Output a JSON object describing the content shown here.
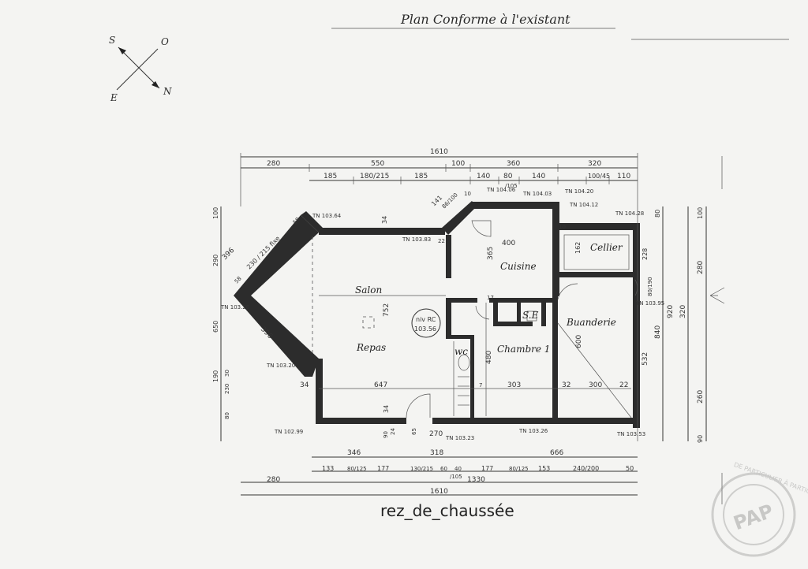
{
  "header": {
    "title": "Plan Conforme à l'existant",
    "footer": "rez_de_chaussée"
  },
  "compass": {
    "s": "S",
    "o": "O",
    "e": "E",
    "n": "N"
  },
  "rooms": {
    "salon": "Salon",
    "repas": "Repas",
    "cuisine": "Cuisine",
    "cellier": "Cellier",
    "se": "S.E",
    "buanderie": "Buanderie",
    "chambre": "Chambre 1",
    "wc": "wc"
  },
  "niveau": {
    "line1": "niv RC",
    "line2": "103.56"
  },
  "dims_top": {
    "total": "1610",
    "d280": "280",
    "d550": "550",
    "d100": "100",
    "d360": "360",
    "d320": "320",
    "d185a": "185",
    "d180_215": "180/215",
    "d185b": "185",
    "d140a": "140",
    "d80": "80",
    "d105": "/105",
    "d140b": "140",
    "d100_45": "100/45",
    "d110": "110"
  },
  "dims_bottom": {
    "d346": "346",
    "d318": "318",
    "d666": "666",
    "d133": "133",
    "d80_125a": "80/125",
    "d177a": "177",
    "d130_215": "130/215",
    "d60": "60",
    "d40": "40",
    "d105b": "/105",
    "d177b": "177",
    "d80_125b": "80/125",
    "d153": "153",
    "d240_200": "240/200",
    "d50": "50",
    "d280b": "280",
    "d1330": "1330",
    "total": "1610"
  },
  "dims_left": {
    "d100": "100",
    "d290": "290",
    "d650": "650",
    "d190": "190",
    "d230": "230",
    "d30": "30",
    "d80": "80"
  },
  "dims_right": {
    "d80": "80",
    "d100": "100",
    "d228": "228",
    "d280": "280",
    "d920": "920",
    "d320": "320",
    "d840": "840",
    "d532": "532",
    "d260": "260",
    "d90": "90",
    "d80_190": "80/190"
  },
  "dims_inner": {
    "d400": "400",
    "d365": "365",
    "d752": "752",
    "d647": "647",
    "d34a": "34",
    "d34b": "34",
    "d34c": "34",
    "d303": "303",
    "d32": "32",
    "d300": "300",
    "d22a": "22",
    "d22b": "22",
    "d480": "480",
    "d600": "600",
    "d162": "162",
    "d270": "270",
    "d24": "24",
    "d65": "65",
    "d90": "90",
    "d396a": "396",
    "d396b": "396",
    "d230_215": "230 / 215 fixe",
    "d58a": "58",
    "d58b": "58",
    "d141": "141",
    "d86_100": "86/100",
    "d10a": "10",
    "d10b": "10",
    "d17": "17",
    "d7": "7"
  },
  "tn_labels": {
    "t1": "TN 103.64",
    "t2": "TN 103.83",
    "t3": "TN 104.06",
    "t4": "TN 104.03",
    "t5": "TN 104.20",
    "t6": "TN 104.12",
    "t7": "TN 104.28",
    "t8": "TN 103.95",
    "t9": "TN 103.26",
    "t10": "TN 103.20",
    "t11": "TN 102.99",
    "t12": "TN 103.23",
    "t13": "TN 103.26",
    "t14": "TN 103.53"
  },
  "stamp": {
    "ring": "DE PARTICULIER À PARTICULIER",
    "logo": "PAP"
  }
}
